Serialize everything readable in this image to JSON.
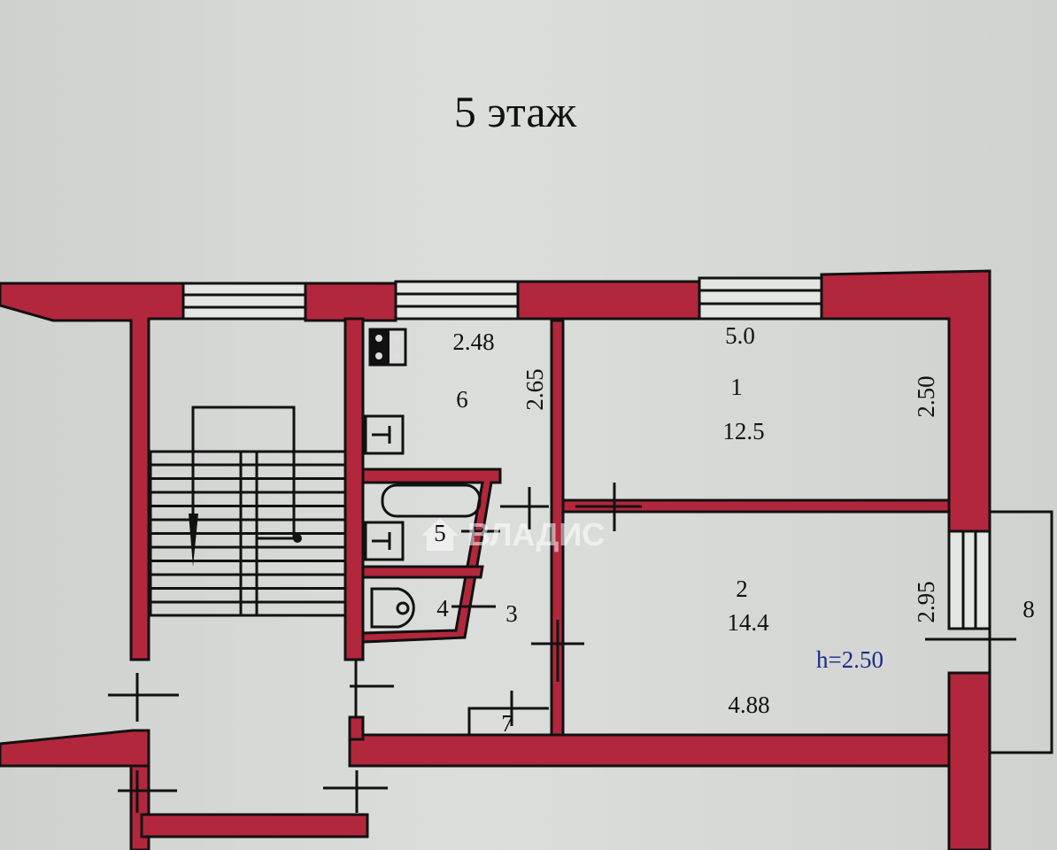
{
  "title": "5 этаж",
  "watermark": "ВЛАДИС",
  "colors": {
    "wall": "#b3273c",
    "height_label": "#1a2a8a",
    "paper": "#d4d6d4"
  },
  "rooms": [
    {
      "number": "1",
      "area": "12.5",
      "width": "5.0",
      "depth": "2.50"
    },
    {
      "number": "2",
      "area": "14.4",
      "width": "4.88",
      "depth": "2.95"
    },
    {
      "number": "3"
    },
    {
      "number": "4"
    },
    {
      "number": "5"
    },
    {
      "number": "6",
      "width": "2.48",
      "depth": "2.65"
    },
    {
      "number": "7"
    },
    {
      "number": "8"
    }
  ],
  "ceiling_height": "h=2.50"
}
